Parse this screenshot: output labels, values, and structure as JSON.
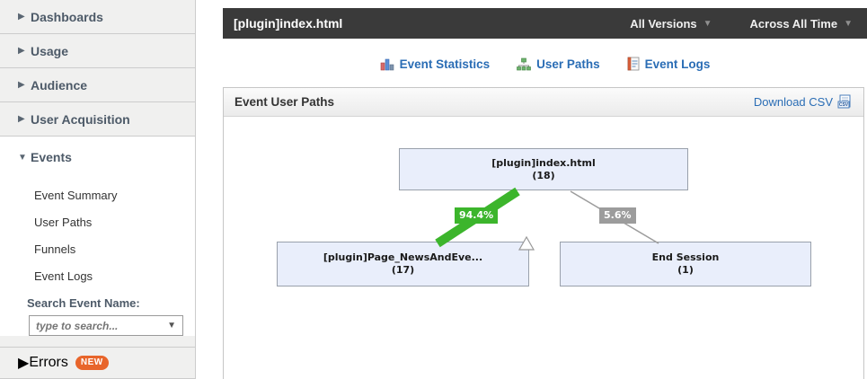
{
  "sidebar": {
    "items": [
      {
        "label": "Dashboards",
        "state": "collapsed"
      },
      {
        "label": "Usage",
        "state": "collapsed"
      },
      {
        "label": "Audience",
        "state": "collapsed"
      },
      {
        "label": "User Acquisition",
        "state": "collapsed"
      },
      {
        "label": "Events",
        "state": "expanded"
      },
      {
        "label": "Errors",
        "state": "collapsed",
        "badge": "NEW"
      }
    ],
    "events_submenu": [
      "Event Summary",
      "User Paths",
      "Funnels",
      "Event Logs"
    ],
    "search_label": "Search Event Name:",
    "search_placeholder": "type to search..."
  },
  "header": {
    "title": "[plugin]index.html",
    "version_filter": "All Versions",
    "time_filter": "Across All Time"
  },
  "tabs": [
    {
      "label": "Event Statistics",
      "icon": "bar-chart-icon"
    },
    {
      "label": "User Paths",
      "icon": "tree-icon"
    },
    {
      "label": "Event Logs",
      "icon": "log-icon"
    }
  ],
  "panel": {
    "title": "Event User Paths",
    "download_label": "Download CSV"
  },
  "user_path_diagram": {
    "root": {
      "label": "[plugin]index.html",
      "count": "(18)"
    },
    "children": [
      {
        "label": "[plugin]Page_NewsAndEve...",
        "count": "(17)",
        "percent": "94.4%",
        "edge_color": "#3cb52c"
      },
      {
        "label": "End Session",
        "count": "(1)",
        "percent": "5.6%",
        "edge_color": "#9c9c9c"
      }
    ]
  },
  "colors": {
    "accent_blue": "#2a6db5",
    "edge_green": "#3cb52c",
    "edge_gray": "#9c9c9c",
    "badge_orange": "#e8652b",
    "topbar_bg": "#3a3a3a",
    "node_fill": "#e9eefb"
  }
}
